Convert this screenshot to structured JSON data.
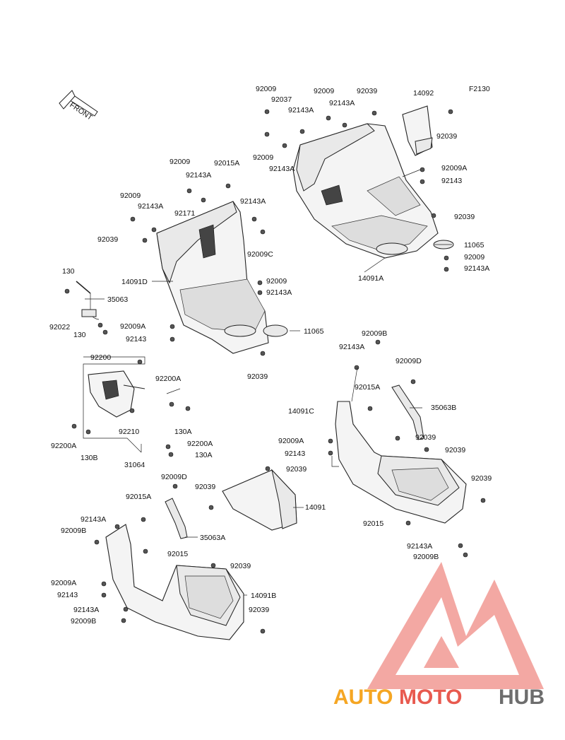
{
  "figure_code": "F2130",
  "front_label": "FRONT",
  "watermark": {
    "part1": "AUTO",
    "part2": "MOTO",
    "part3": "HUB",
    "color_orange": "#f5a623",
    "color_red": "#e85a4f",
    "color_gray": "#6d6d6d"
  },
  "labels": {
    "l1": "92009",
    "l2": "92037",
    "l3": "92009",
    "l4": "92039",
    "l5": "14092",
    "l6": "92143A",
    "l7": "92143A",
    "l8": "92039",
    "l9": "92009",
    "l10": "92143A",
    "l11": "92009A",
    "l12": "92143",
    "l13": "92039",
    "l14": "11065",
    "l15": "92009",
    "l16": "92143A",
    "l17": "14091A",
    "l18": "92009",
    "l19": "92015A",
    "l20": "92143A",
    "l21": "92009",
    "l22": "92143A",
    "l23": "92171",
    "l24": "92143A",
    "l25": "92039",
    "l26": "92009C",
    "l27": "14091D",
    "l28": "92009",
    "l29": "92143A",
    "l30": "92009A",
    "l31": "11065",
    "l32": "92143",
    "l33": "92039",
    "l34": "130",
    "l35": "35063",
    "l36": "92022",
    "l37": "130",
    "l38": "92200",
    "l39": "92200A",
    "l40": "130A",
    "l41": "92210",
    "l42": "92200A",
    "l43": "130A",
    "l44": "92200A",
    "l45": "130B",
    "l46": "31064",
    "l47": "92009B",
    "l48": "92143A",
    "l49": "92009D",
    "l50": "92015A",
    "l51": "14091C",
    "l52": "35063B",
    "l53": "92009A",
    "l54": "92039",
    "l55": "92143",
    "l56": "92039",
    "l57": "92039",
    "l58": "92015",
    "l59": "92143A",
    "l60": "92009B",
    "l61": "92009D",
    "l62": "92039",
    "l63": "92039",
    "l64": "14091",
    "l65": "92015A",
    "l66": "92143A",
    "l67": "92009B",
    "l68": "35063A",
    "l69": "92015",
    "l70": "92039",
    "l71": "92009A",
    "l72": "92143",
    "l73": "14091B",
    "l74": "92143A",
    "l75": "92039",
    "l76": "92009B"
  }
}
